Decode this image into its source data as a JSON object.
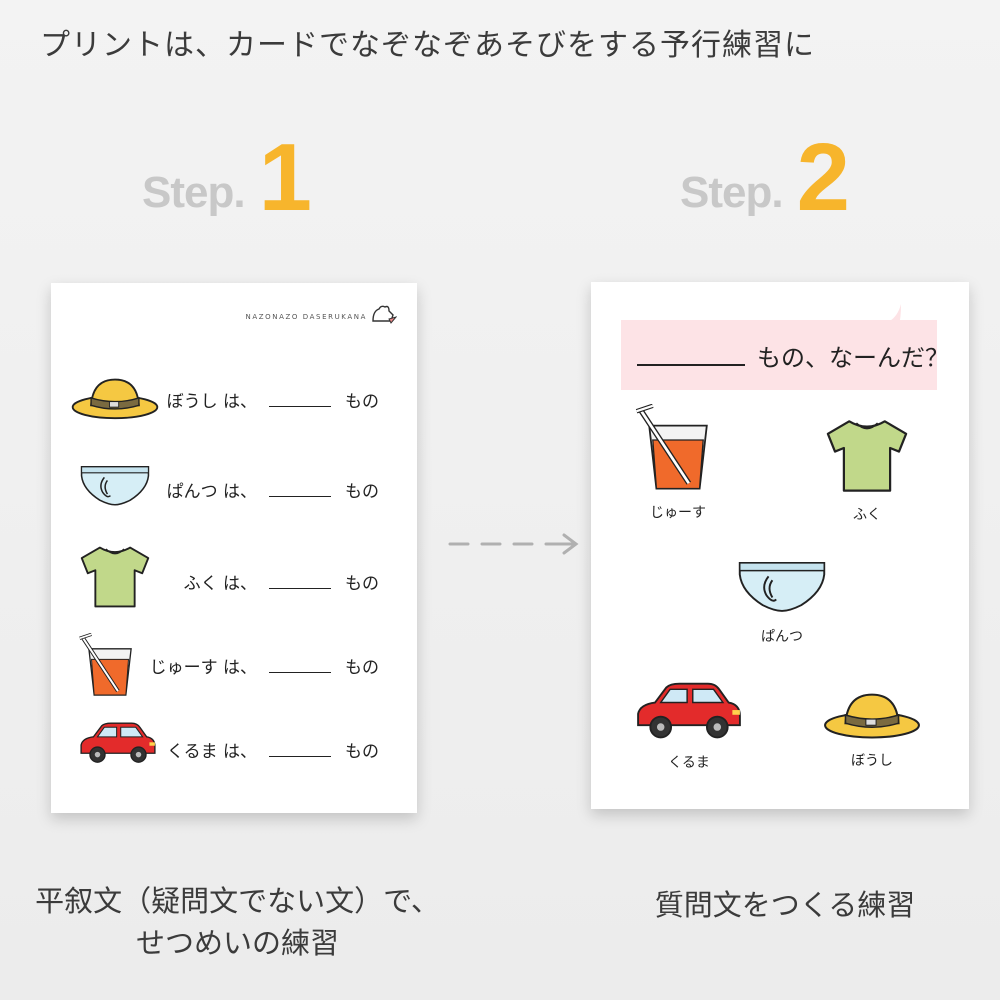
{
  "header": {
    "title": "プリントは、カードでなぞなぞあそびをする予行練習に"
  },
  "steps": [
    {
      "word": "Step.",
      "number": "1"
    },
    {
      "word": "Step.",
      "number": "2"
    }
  ],
  "sheet1": {
    "brand": "NAZONAZO DASERUKANA",
    "rows": [
      {
        "item": "ぼうし",
        "particle": "は、",
        "suffix": "もの"
      },
      {
        "item": "ぱんつ",
        "particle": "は、",
        "suffix": "もの"
      },
      {
        "item": "ふく",
        "particle": "は、",
        "suffix": "もの"
      },
      {
        "item": "じゅーす",
        "particle": "は、",
        "suffix": "もの"
      },
      {
        "item": "くるま",
        "particle": "は、",
        "suffix": "もの"
      }
    ]
  },
  "sheet2": {
    "question": "もの、なーんだ？",
    "items": [
      {
        "label": "じゅーす"
      },
      {
        "label": "ふく"
      },
      {
        "label": "ぱんつ"
      },
      {
        "label": "くるま"
      },
      {
        "label": "ぼうし"
      }
    ]
  },
  "captions": {
    "left_line1": "平叙文（疑問文でない文）で、",
    "left_line2": "せつめいの練習",
    "right": "質問文をつくる練習"
  },
  "colors": {
    "accent_orange": "#f7b52c",
    "step_gray": "#c8c8c8",
    "bubble_pink": "#fde3e6",
    "arrow_gray": "#b0b0b0"
  }
}
